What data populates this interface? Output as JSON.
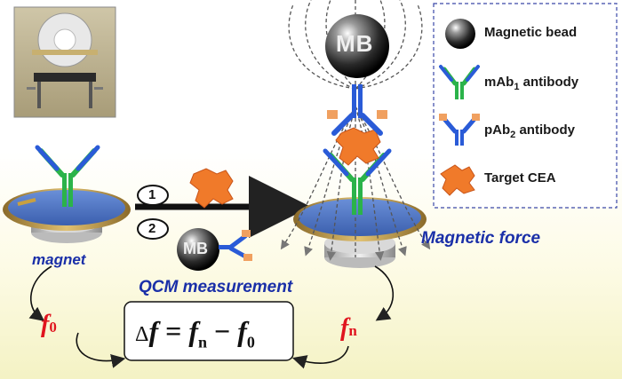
{
  "legend": {
    "items": [
      {
        "label": "Magnetic bead",
        "icon": "magnetic-bead-icon"
      },
      {
        "label_main": "mAb",
        "label_sub": "1",
        "label_tail": " antibody",
        "icon": "mab1-antibody-icon"
      },
      {
        "label_main": "pAb",
        "label_sub": "2",
        "label_tail": " antibody",
        "icon": "pab2-antibody-icon"
      },
      {
        "label": "Target CEA",
        "icon": "target-cea-icon"
      }
    ]
  },
  "labels": {
    "magnet": "magnet",
    "magnetic_force": "Magnetic force",
    "qcm_measurement": "QCM measurement",
    "mb_large": "MB",
    "mb_small": "MB",
    "step1": "1",
    "step2": "2"
  },
  "formula": {
    "delta": "Δ",
    "f": "f",
    "eq": " = ",
    "fn": "f",
    "n": "n",
    "minus": " − ",
    "f0": "f",
    "zero": "0"
  },
  "f0_label": {
    "f": "f",
    "sub": "0"
  },
  "fn_label": {
    "f": "f",
    "sub": "n"
  },
  "colors": {
    "blue_text": "#1a2fa8",
    "red_text": "#e0141e",
    "green_antibody": "#2bb34a",
    "blue_antibody": "#2a5bd7",
    "cea_orange": "#f07a2a",
    "disk_blue": "#4f76c8",
    "rim_gold": "#b8892a"
  }
}
